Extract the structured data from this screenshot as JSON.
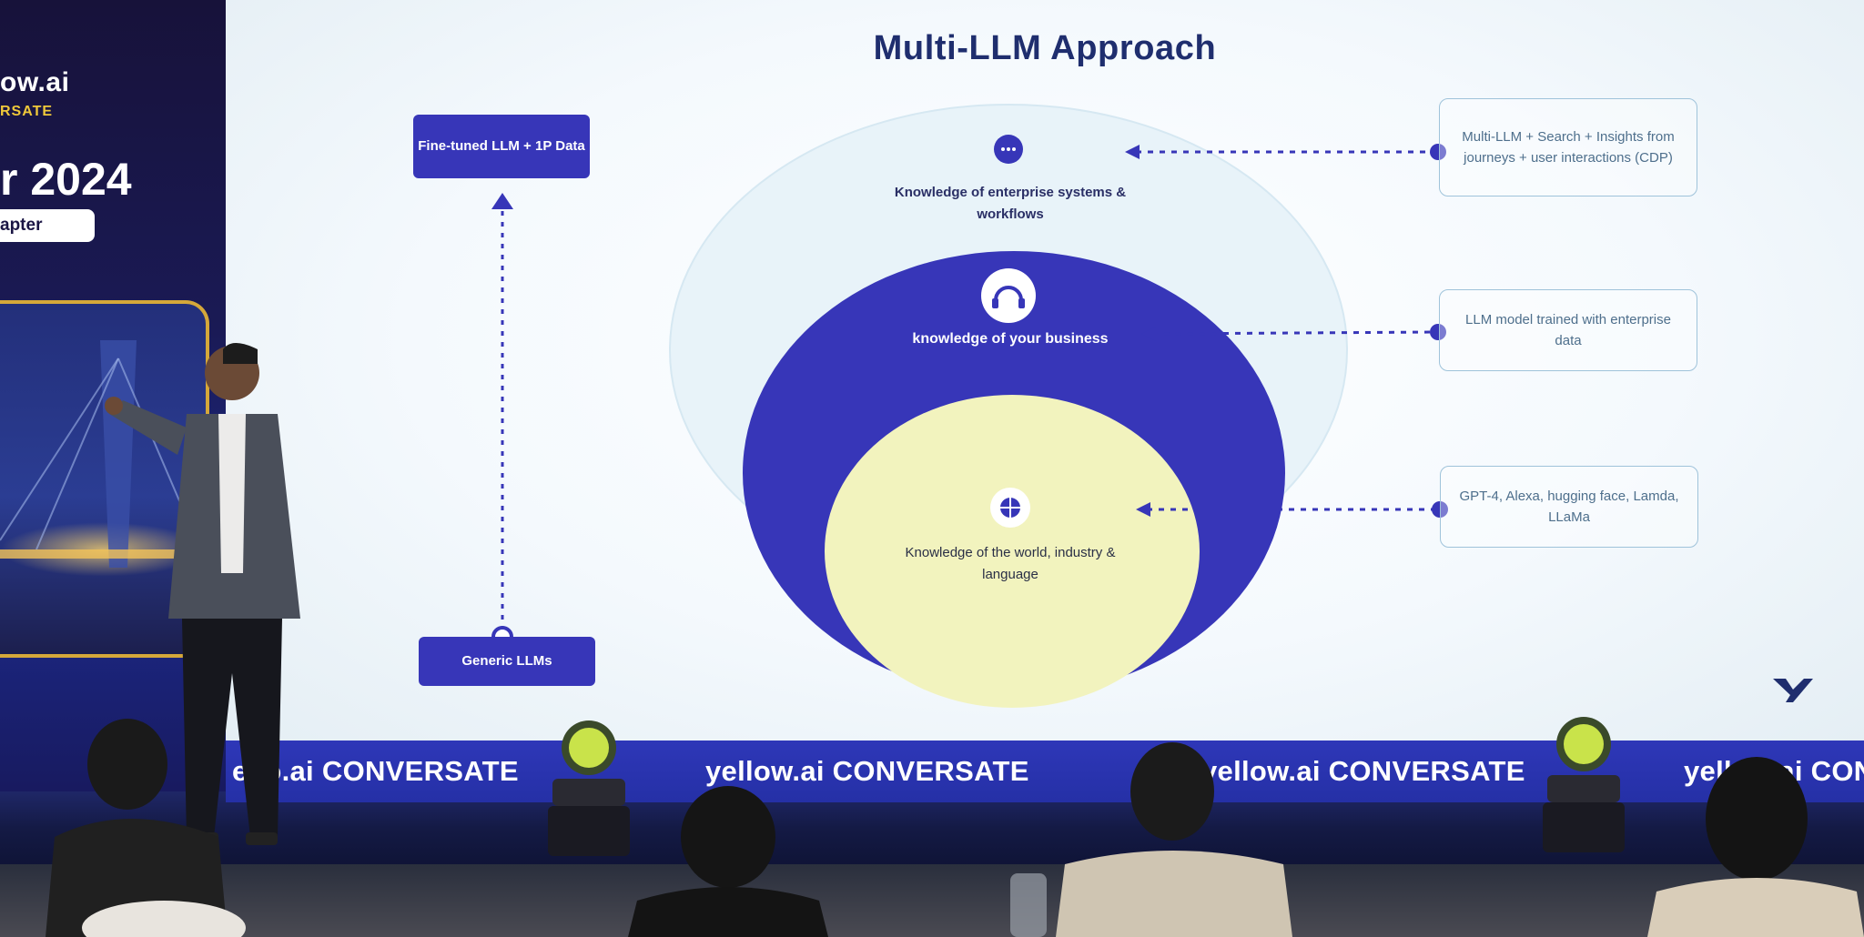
{
  "banner": {
    "brand_partial": "ow.ai",
    "brand_sub_partial": "RSATE",
    "year_partial": "r 2024",
    "chapter_partial": "apter"
  },
  "slide": {
    "title": "Multi-LLM Approach",
    "left_top_label": "Fine-tuned LLM + 1P Data",
    "left_bottom_label": "Generic LLMs",
    "circles": {
      "outer_label": "Knowledge of enterprise systems & workflows",
      "middle_label": "knowledge of your business",
      "inner_label": "Knowledge of the world, industry & language"
    },
    "notes": [
      "Multi-LLM + Search + Insights from journeys + user interactions (CDP)",
      "LLM model trained with enterprise data",
      "GPT-4, Alexa, hugging face, Lamda, LLaMa"
    ],
    "icons": {
      "outer": "chat-icon",
      "middle": "headset-icon",
      "inner": "globe-icon",
      "logo": "yellow-ai-logo"
    }
  },
  "stage_band": {
    "segments": [
      "ello.ai CONVERSATE",
      "yellow.ai CONVERSATE",
      "yellow.ai CONVERSATE",
      "yellow.ai CON"
    ]
  },
  "colors": {
    "primary": "#3736B8",
    "inner_circle": "#F2F3BE",
    "title": "#1F2E6E",
    "band": "#2C36B4"
  }
}
